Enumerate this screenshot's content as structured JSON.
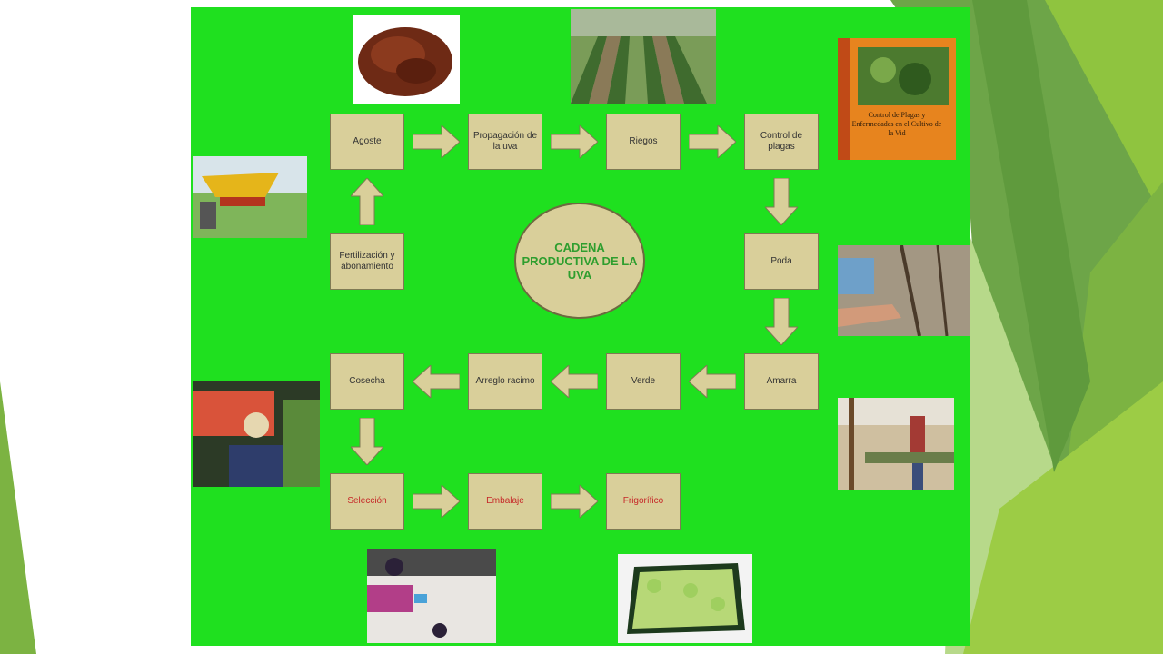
{
  "diagram": {
    "title": "CADENA PRODUCTIVA DE LA UVA",
    "steps": {
      "agoste": "Agoste",
      "propagacion": "Propagación de la uva",
      "riegos": "Riegos",
      "control": "Control de plagas",
      "poda": "Poda",
      "amarra": "Amarra",
      "verde": "Verde",
      "arreglo": "Arreglo racimo",
      "cosecha": "Cosecha",
      "seleccion": "Selección",
      "embalaje": "Embalaje",
      "frigorifico": "Frigorífico",
      "fertilizacion": "Fertilización y abonamiento"
    },
    "book_title": "Control de Plagas y Enfermedades en el Cultivo de la Vid"
  },
  "colors": {
    "panel": "#1fe01f",
    "box": "#d9cf9a",
    "red_text": "#c62828",
    "title_text": "#2e9e2e"
  }
}
